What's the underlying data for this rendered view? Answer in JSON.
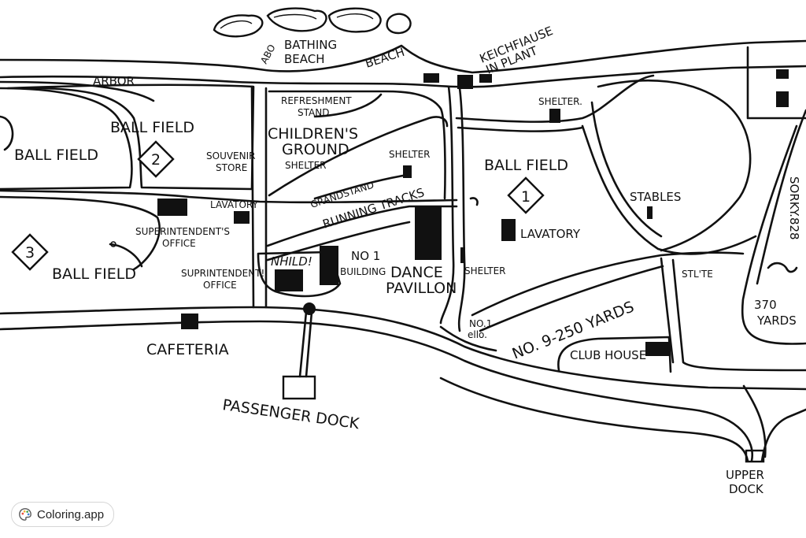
{
  "labels": {
    "arbor": "ARBOR",
    "ball_field_2": "BALL FIELD",
    "ball_field_left": "BALL FIELD",
    "ball_field_3": "BALL FIELD",
    "ball_field_1": "BALL FIELD",
    "num_2": "2",
    "num_3": "3",
    "num_1": "1",
    "abo": "ABO",
    "bathing_beach_1": "BATHING",
    "bathing_beach_2": "BEACH",
    "beach": "BEACH",
    "keichfiause_1": "KEICHFIAUSE",
    "keichfiause_2": "IN PLANT",
    "refreshment_1": "REFRESHMENT",
    "refreshment_2": "STAND",
    "childrens_1": "CHILDREN'S",
    "childrens_2": "GROUND",
    "shelter_a": "SHELTER",
    "shelter_b": "SHELTER",
    "shelter_c": "SHELTER.",
    "shelter_d": "SHELTER",
    "souvenir_1": "SOUVENIR",
    "souvenir_2": "STORE",
    "lavatory_a": "LAVATORY",
    "lavatory_b": "LAVATORY",
    "grandstand": "GRANDSTAND",
    "running_tracks": "RUNNING TRACKS",
    "supt_office_1": "SUPERINTENDENT'S",
    "supt_office_2": "OFFICE",
    "suprint_office_1": "SUPRINTENDENT!",
    "suprint_office_2": "OFFICE",
    "nhild": "NHILD!",
    "no1_building_1": "NO 1",
    "no1_building_2": "BUILDING",
    "dance_1": "DANCE",
    "dance_2": "PAVILLON",
    "stables": "STABLES",
    "stlte": "STL'TE",
    "no1_ello_1": "NO.1",
    "no1_ello_2": "ello.",
    "yards_250": "NO. 9-250 YARDS",
    "club_house": "CLUB HOUSE",
    "yards_370_1": "370",
    "yards_370_2": "YARDS",
    "sorky": "SORKY.828",
    "cafeteria": "CAFETERIA",
    "passenger_dock": "PASSENGER DOCK",
    "upper_dock_1": "UPPER",
    "upper_dock_2": "DOCK"
  },
  "watermark": {
    "text": "Coloring.app",
    "icon": "palette-icon"
  },
  "colors": {
    "ink": "#111111",
    "paper": "#ffffff"
  }
}
